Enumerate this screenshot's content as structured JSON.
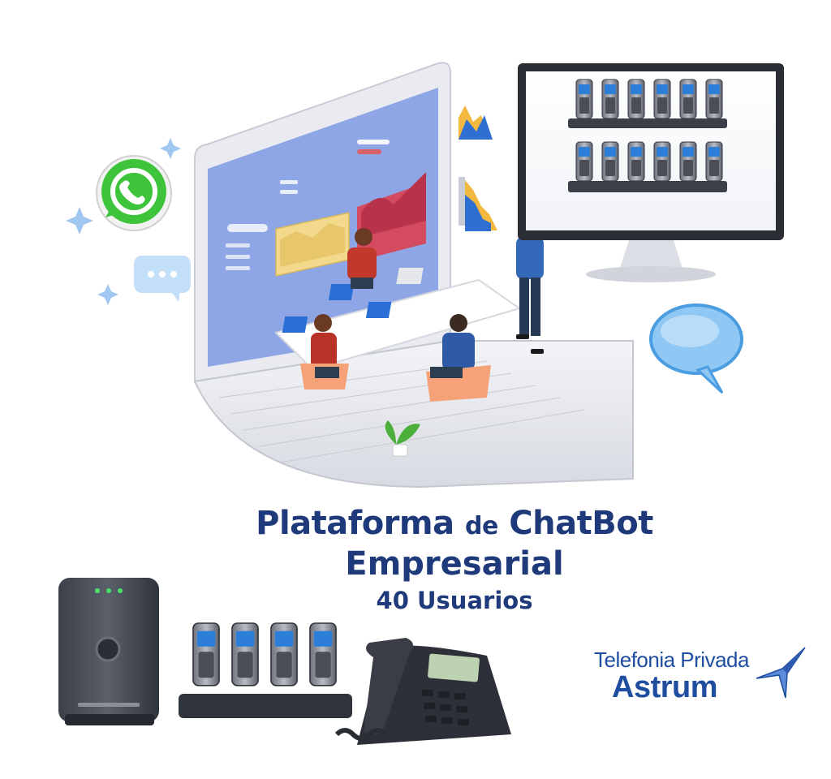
{
  "title": {
    "line1_main": "Plataforma",
    "line1_de": "de",
    "line1_end": "ChatBot",
    "line2": "Empresarial",
    "line3": "40 Usuarios"
  },
  "brand": {
    "line1": "Telefonia Privada",
    "line2": "Astrum"
  },
  "colors": {
    "title": "#1f3a7a",
    "brand": "#1f4ea0",
    "whatsapp": "#3ec43a",
    "screen": "#8ea6e6",
    "chat_bubble": "#8fc8f5"
  },
  "icons": [
    "whatsapp-icon",
    "chat-bubble-icon",
    "typing-bubble-icon",
    "sparkle-icon",
    "brand-star-icon"
  ]
}
